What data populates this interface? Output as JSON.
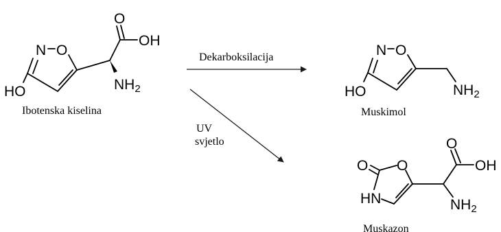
{
  "compounds": {
    "ibotenic": {
      "name": "Ibotenska kiselina",
      "atom_n": "N",
      "atom_o_ring": "O",
      "atom_o_carbonyl": "O",
      "oh_group": "OH",
      "ho_group": "HO",
      "nh2_main": "NH",
      "nh2_sub": "2"
    },
    "muscimol": {
      "name": "Muskimol",
      "atom_n": "N",
      "atom_o_ring": "O",
      "ho_group": "HO",
      "nh2_main": "NH",
      "nh2_sub": "2"
    },
    "muscazone": {
      "name": "Muskazon",
      "atom_o_exo": "O",
      "atom_o_ring": "O",
      "atom_o_carbonyl": "O",
      "oh_group": "OH",
      "hn_group": "HN",
      "nh2_main": "NH",
      "nh2_sub": "2"
    }
  },
  "reactions": {
    "decarboxylation_label": "Dekarboksilacija",
    "uv_label_line1": "UV",
    "uv_label_line2": "svjetlo"
  }
}
